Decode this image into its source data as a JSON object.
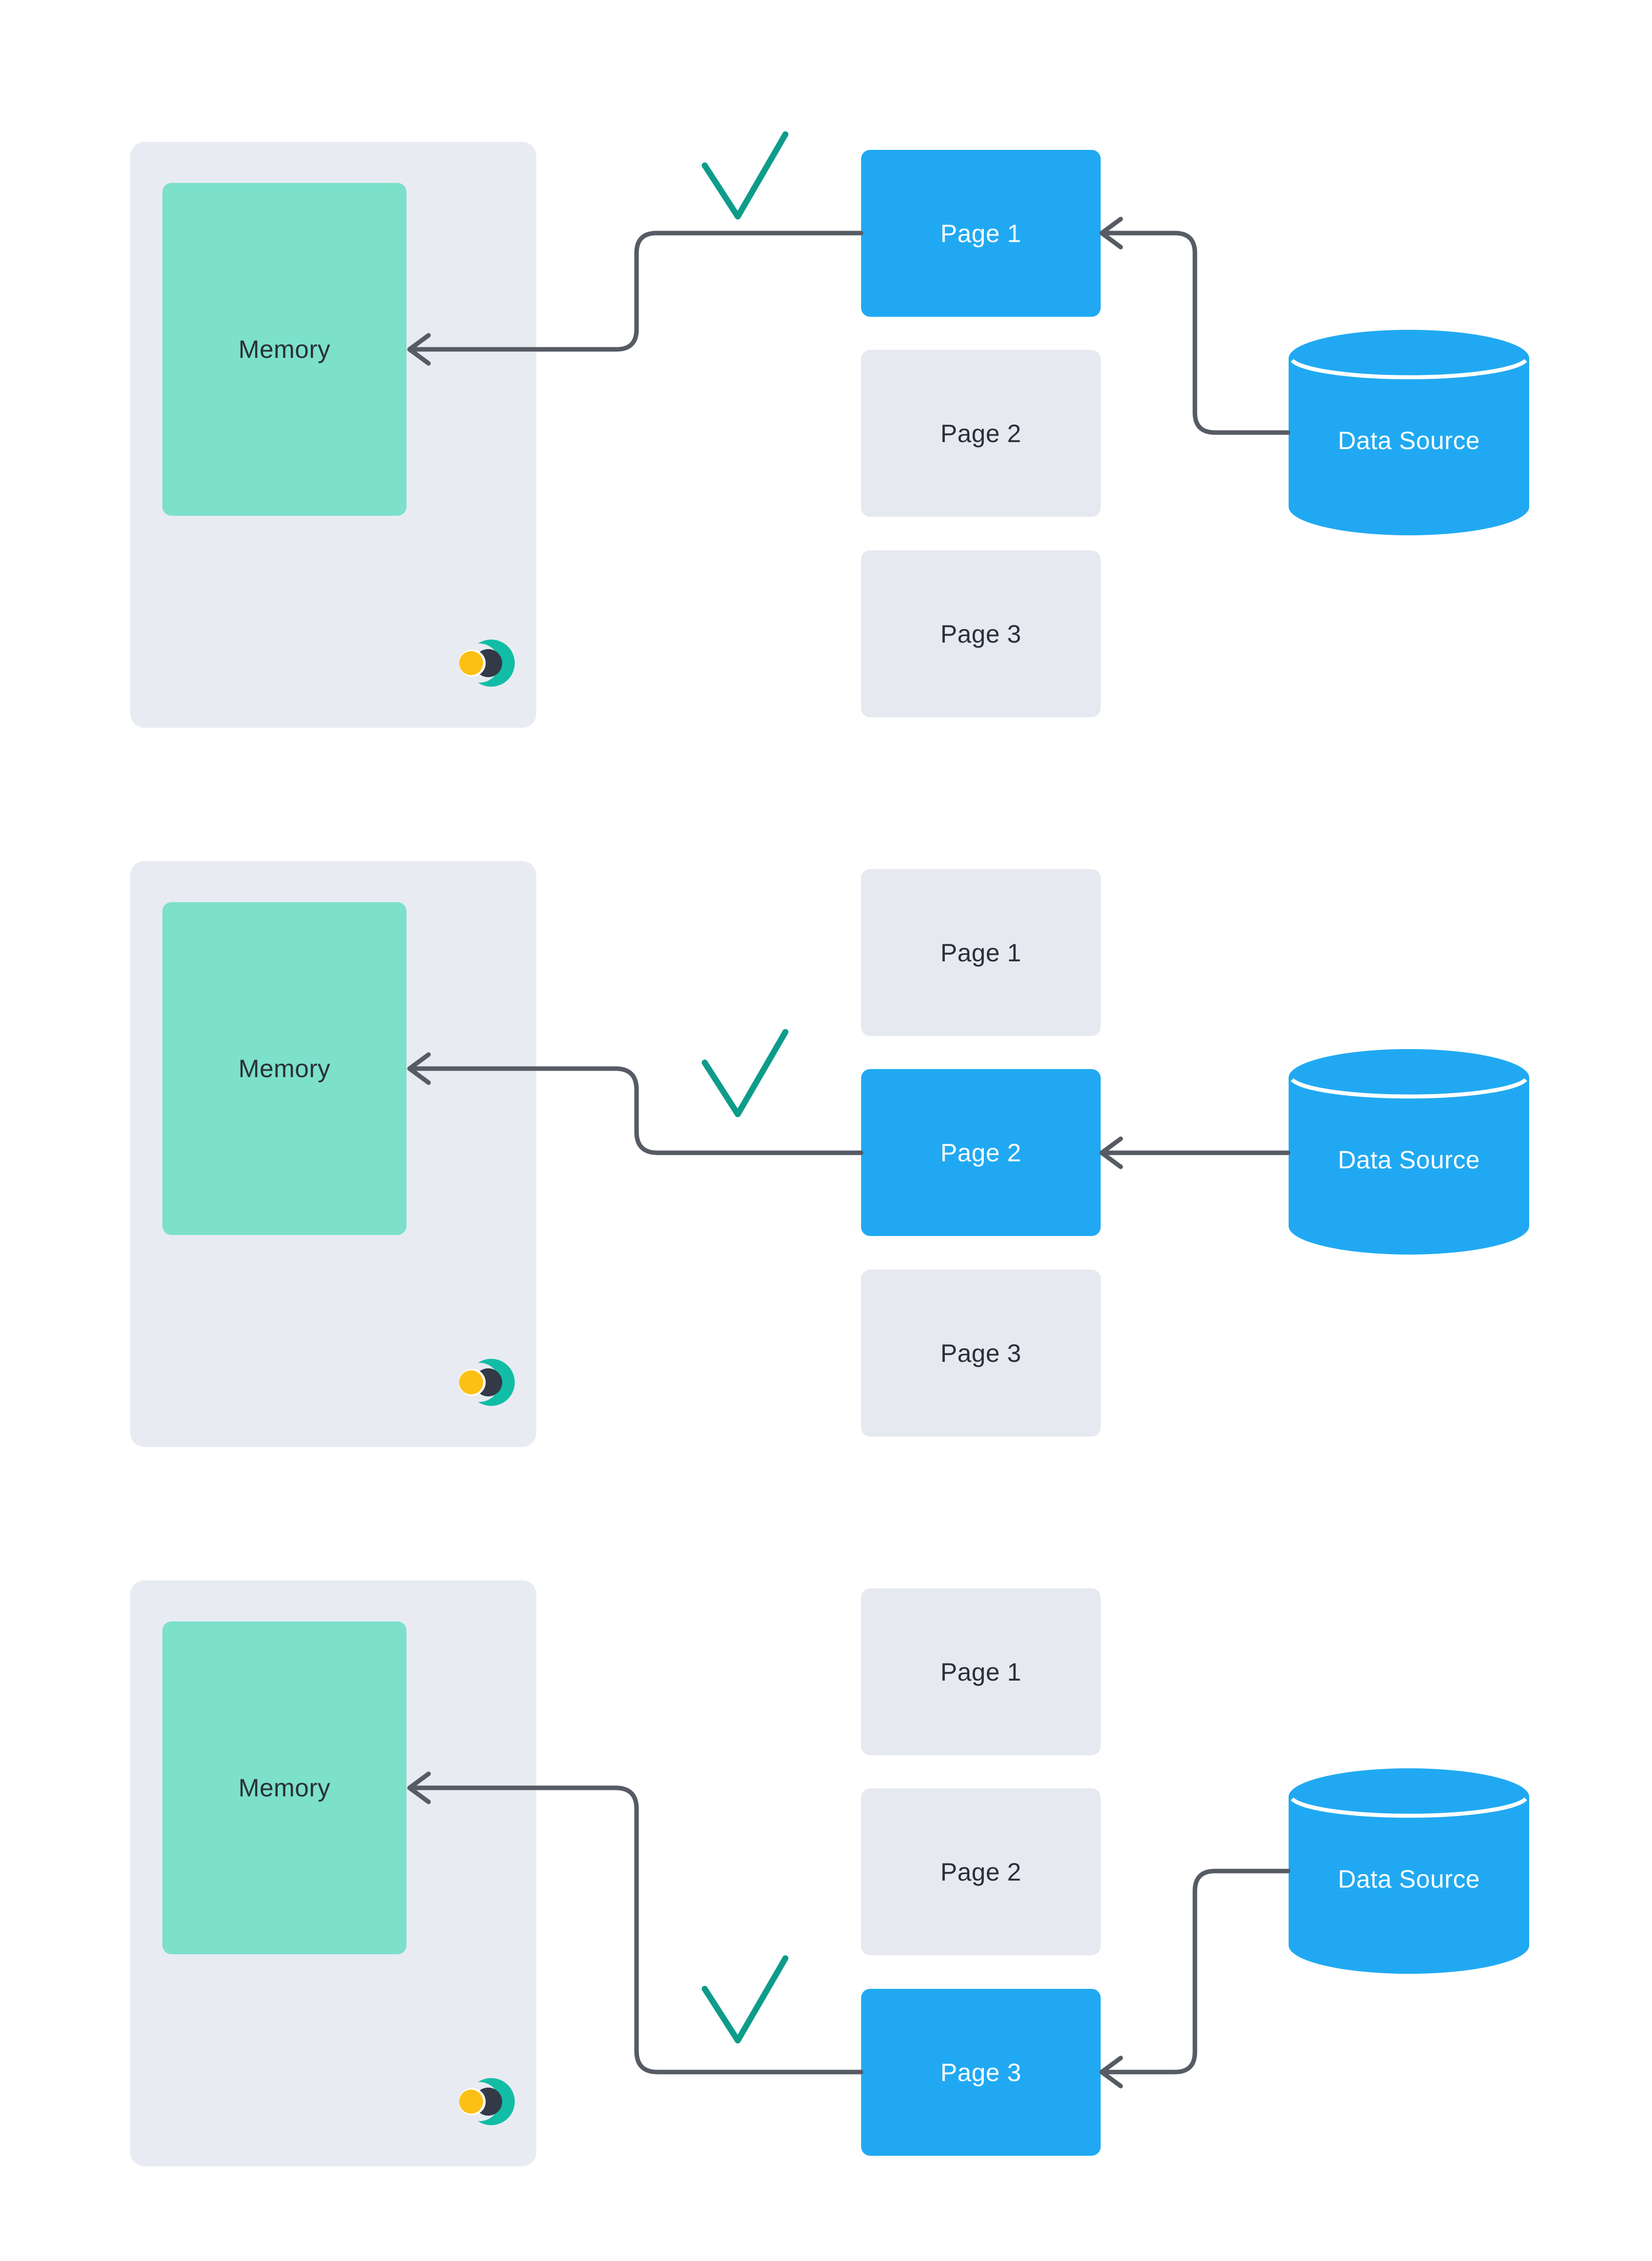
{
  "diagram": {
    "rows": [
      {
        "memory_label": "Memory",
        "pages": [
          {
            "label": "Page 1",
            "active": true
          },
          {
            "label": "Page 2",
            "active": false
          },
          {
            "label": "Page 3",
            "active": false
          }
        ],
        "data_source_label": "Data Source",
        "checkmark_on": "Page 1",
        "connections": [
          {
            "from": "Data Source",
            "to": "Page 1"
          },
          {
            "from": "Page 1",
            "to": "Memory"
          }
        ]
      },
      {
        "memory_label": "Memory",
        "pages": [
          {
            "label": "Page 1",
            "active": false
          },
          {
            "label": "Page 2",
            "active": true
          },
          {
            "label": "Page 3",
            "active": false
          }
        ],
        "data_source_label": "Data Source",
        "checkmark_on": "Page 2",
        "connections": [
          {
            "from": "Data Source",
            "to": "Page 2"
          },
          {
            "from": "Page 2",
            "to": "Memory"
          }
        ]
      },
      {
        "memory_label": "Memory",
        "pages": [
          {
            "label": "Page 1",
            "active": false
          },
          {
            "label": "Page 2",
            "active": false
          },
          {
            "label": "Page 3",
            "active": true
          }
        ],
        "data_source_label": "Data Source",
        "checkmark_on": "Page 3",
        "connections": [
          {
            "from": "Data Source",
            "to": "Page 3"
          },
          {
            "from": "Page 3",
            "to": "Memory"
          }
        ]
      }
    ],
    "icons": {
      "logo": "crescent-logo-icon",
      "checkmark": "checkmark-icon",
      "data_source": "database-cylinder-icon",
      "arrowhead": "left-arrowhead-icon"
    },
    "colors": {
      "background": "#FFFFFF",
      "panel": "#E8EBF2",
      "memory_fill": "#7CE0CB",
      "page_inactive": "#E6E9F0",
      "accent_blue": "#20A9F2",
      "arrow": "#565B64",
      "checkmark": "#0E9C8A",
      "text_dark": "#2A3039",
      "text_light": "#FFFFFF",
      "logo_teal": "#12BDA6",
      "logo_dark": "#333947",
      "logo_yellow": "#FCC015"
    }
  }
}
